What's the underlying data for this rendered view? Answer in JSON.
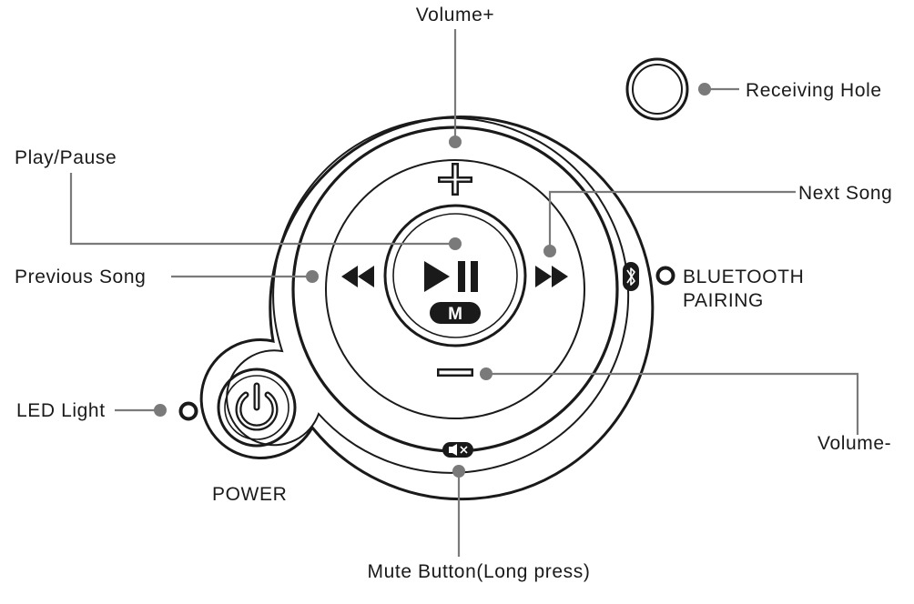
{
  "diagram": {
    "labels": {
      "volume_up": "Volume+",
      "receiving_hole": "Receiving Hole",
      "play_pause": "Play/Pause",
      "next_song": "Next Song",
      "previous_song": "Previous Song",
      "bluetooth_pairing_line1": "BLUETOOTH",
      "bluetooth_pairing_line2": "PAIRING",
      "led_light": "LED Light",
      "volume_down": "Volume-",
      "power": "POWER",
      "mute_button": "Mute Button(Long press)"
    },
    "button_marks": {
      "mode_key": "M"
    },
    "icons": [
      "plus-icon",
      "minus-icon",
      "play-pause-icon",
      "next-track-icon",
      "previous-track-icon",
      "power-icon",
      "bluetooth-icon",
      "mute-icon"
    ],
    "colors": {
      "outline": "#1a1a1a",
      "leader_line": "#7a7a7a"
    }
  }
}
